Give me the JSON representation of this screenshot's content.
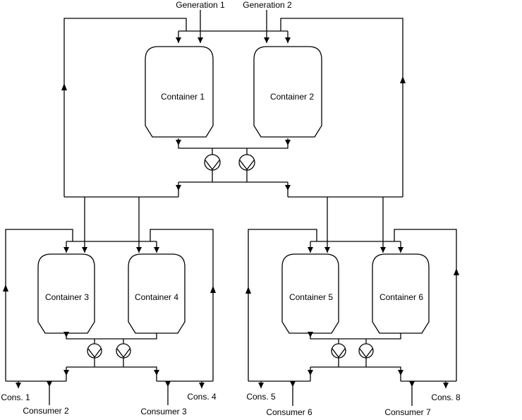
{
  "labels": {
    "generation_1": "Generation 1",
    "generation_2": "Generation 2",
    "container_1": "Container 1",
    "container_2": "Container 2",
    "container_3": "Container 3",
    "container_4": "Container 4",
    "container_5": "Container 5",
    "container_6": "Container 6",
    "cons_1": "Cons. 1",
    "consumer_2": "Consumer 2",
    "consumer_3": "Consumer 3",
    "cons_4": "Cons. 4",
    "cons_5": "Cons. 5",
    "consumer_6": "Consumer 6",
    "consumer_7": "Consumer 7",
    "cons_8": "Cons. 8"
  }
}
